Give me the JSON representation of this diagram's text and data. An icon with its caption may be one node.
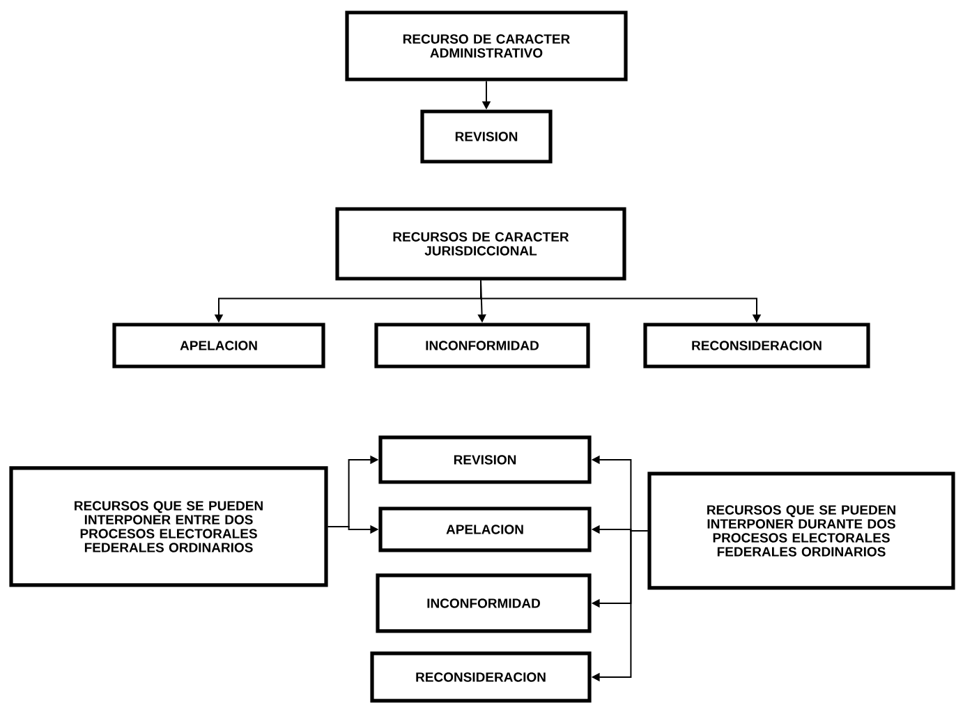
{
  "diagram": {
    "nodes": [
      {
        "text": [
          "RECURSO DE CARACTER ADMINISTRATIVO"
        ]
      },
      {
        "text": [
          "REVISION"
        ]
      },
      {
        "text": [
          "RECURSOS DE CARACTER JURISDICCIONAL"
        ]
      },
      {
        "text": [
          "APELACION"
        ]
      },
      {
        "text": [
          "INCONFORMIDAD"
        ]
      },
      {
        "text": [
          "RECONSIDERACION"
        ]
      },
      {
        "text": [
          "RECURSOS QUE SE PUEDEN INTERPONER ENTRE DOS PROCESOS ELECTORALES FEDERALES ORDINARIOS"
        ]
      },
      {
        "text": [
          "REVISION"
        ]
      },
      {
        "text": [
          "APELACION"
        ]
      },
      {
        "text": [
          "INCONFORMIDAD"
        ]
      },
      {
        "text": [
          "RECONSIDERACION"
        ]
      },
      {
        "text": [
          "RECURSOS QUE SE PUEDEN INTERPONER DURANTE DOS PROCESOS ELECTORALES FEDERALES ORDINARIOS"
        ]
      }
    ],
    "edges": [
      {
        "from": 0,
        "to": 1,
        "arrow": "to"
      },
      {
        "from": 2,
        "to": 3,
        "arrow": "to"
      },
      {
        "from": 2,
        "to": 4,
        "arrow": "to"
      },
      {
        "from": 2,
        "to": 5,
        "arrow": "to"
      },
      {
        "from": 6,
        "to": 7,
        "arrow": "to"
      },
      {
        "from": 6,
        "to": 8,
        "arrow": "to"
      },
      {
        "from": 11,
        "to": 7,
        "arrow": "to"
      },
      {
        "from": 11,
        "to": 8,
        "arrow": "to"
      },
      {
        "from": 11,
        "to": 9,
        "arrow": "to"
      },
      {
        "from": 11,
        "to": 10,
        "arrow": "to"
      }
    ]
  }
}
